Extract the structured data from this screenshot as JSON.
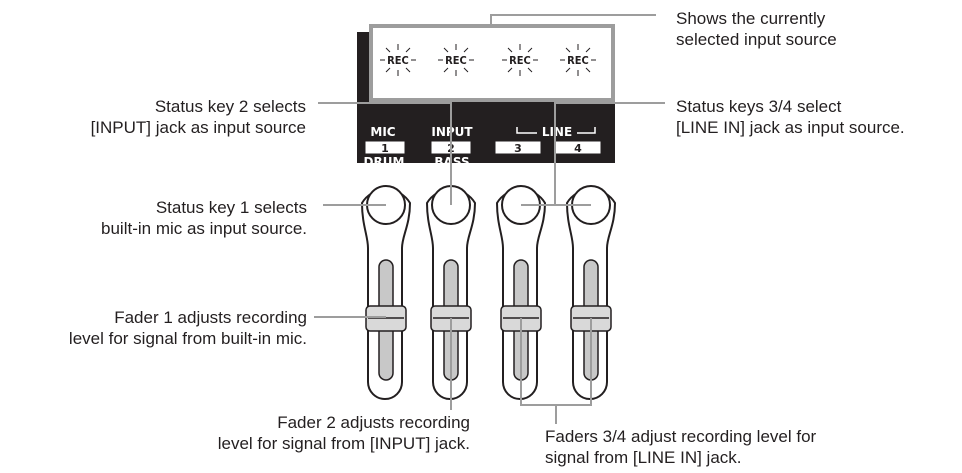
{
  "display": {
    "indicator_text": "REC",
    "indicators": [
      "REC",
      "REC",
      "REC",
      "REC"
    ]
  },
  "panel": {
    "top_labels": [
      "MIC",
      "INPUT",
      "LINE"
    ],
    "key_numbers": [
      "1",
      "2",
      "3",
      "4"
    ],
    "bottom_labels": [
      "DRUM",
      "BASS"
    ]
  },
  "callouts": {
    "display": [
      "Shows the currently",
      "selected input source"
    ],
    "status_key_2": [
      "Status key 2 selects",
      "[INPUT] jack as input source"
    ],
    "status_keys_34": [
      "Status keys 3/4 select",
      "[LINE IN] jack as input source."
    ],
    "status_key_1": [
      "Status key 1 selects",
      "built-in mic as input source."
    ],
    "fader_1": [
      "Fader 1 adjusts recording",
      "level for signal from built-in mic."
    ],
    "fader_2": [
      "Fader 2 adjusts recording",
      "level for signal from [INPUT] jack."
    ],
    "faders_34": [
      "Faders 3/4 adjust recording level for",
      "signal from [LINE IN] jack."
    ]
  },
  "colors": {
    "ink": "#231f20",
    "leader": "#9d9d9d",
    "panel": "#231f20",
    "fader_track": "#c8c8c8",
    "fader_knob": "#d9d9d9"
  }
}
